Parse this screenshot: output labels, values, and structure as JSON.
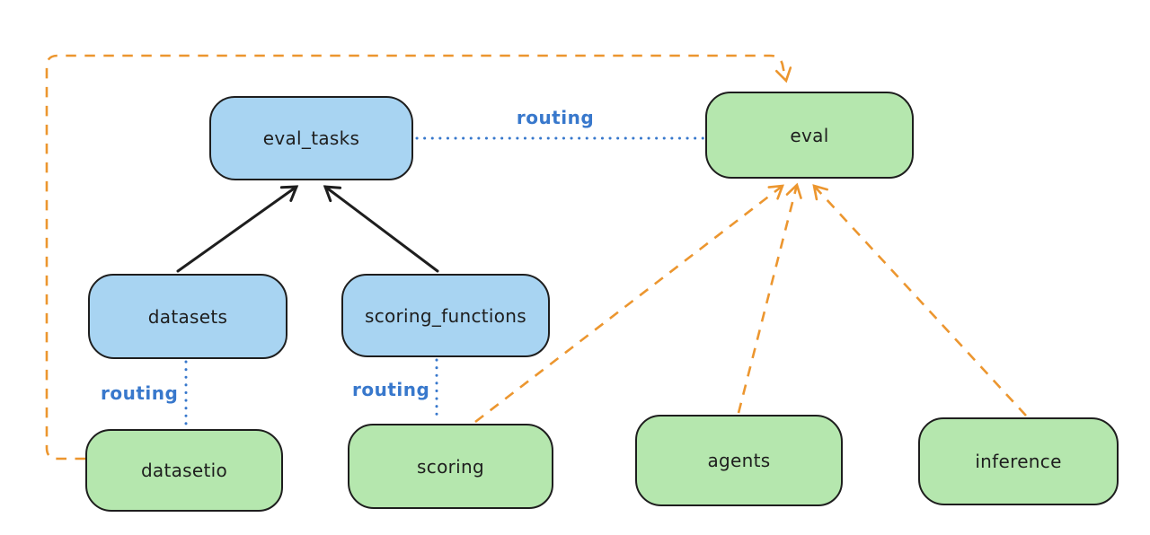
{
  "diagram": {
    "nodes": {
      "eval_tasks": {
        "label": "eval_tasks",
        "color": "blue"
      },
      "eval": {
        "label": "eval",
        "color": "green"
      },
      "datasets": {
        "label": "datasets",
        "color": "blue"
      },
      "scoring_functions": {
        "label": "scoring_functions",
        "color": "blue"
      },
      "datasetio": {
        "label": "datasetio",
        "color": "green"
      },
      "scoring": {
        "label": "scoring",
        "color": "green"
      },
      "agents": {
        "label": "agents",
        "color": "green"
      },
      "inference": {
        "label": "inference",
        "color": "green"
      }
    },
    "edge_labels": {
      "routing_eval_tasks_eval": "routing",
      "routing_datasets_datasetio": "routing",
      "routing_scoring_functions_scoring": "routing"
    },
    "edges": [
      {
        "from": "datasets",
        "to": "eval_tasks",
        "style": "solid-arrow",
        "color": "black"
      },
      {
        "from": "scoring_functions",
        "to": "eval_tasks",
        "style": "solid-arrow",
        "color": "black"
      },
      {
        "from": "eval_tasks",
        "to": "eval",
        "style": "dotted",
        "color": "blue",
        "label": "routing"
      },
      {
        "from": "datasets",
        "to": "datasetio",
        "style": "dotted",
        "color": "blue",
        "label": "routing"
      },
      {
        "from": "scoring_functions",
        "to": "scoring",
        "style": "dotted",
        "color": "blue",
        "label": "routing"
      },
      {
        "from": "datasetio",
        "to": "eval",
        "style": "dashed-arrow",
        "color": "orange"
      },
      {
        "from": "scoring",
        "to": "eval",
        "style": "dashed-arrow",
        "color": "orange"
      },
      {
        "from": "agents",
        "to": "eval",
        "style": "dashed-arrow",
        "color": "orange"
      },
      {
        "from": "inference",
        "to": "eval",
        "style": "dashed-arrow",
        "color": "orange"
      }
    ],
    "colors": {
      "node_blue_fill": "#a8d4f2",
      "node_green_fill": "#b5e7ae",
      "node_stroke": "#1e1e1e",
      "routing_blue": "#3878cc",
      "dashed_orange": "#ec962f",
      "arrow_black": "#1e1e1e",
      "background": "#ffffff"
    }
  }
}
